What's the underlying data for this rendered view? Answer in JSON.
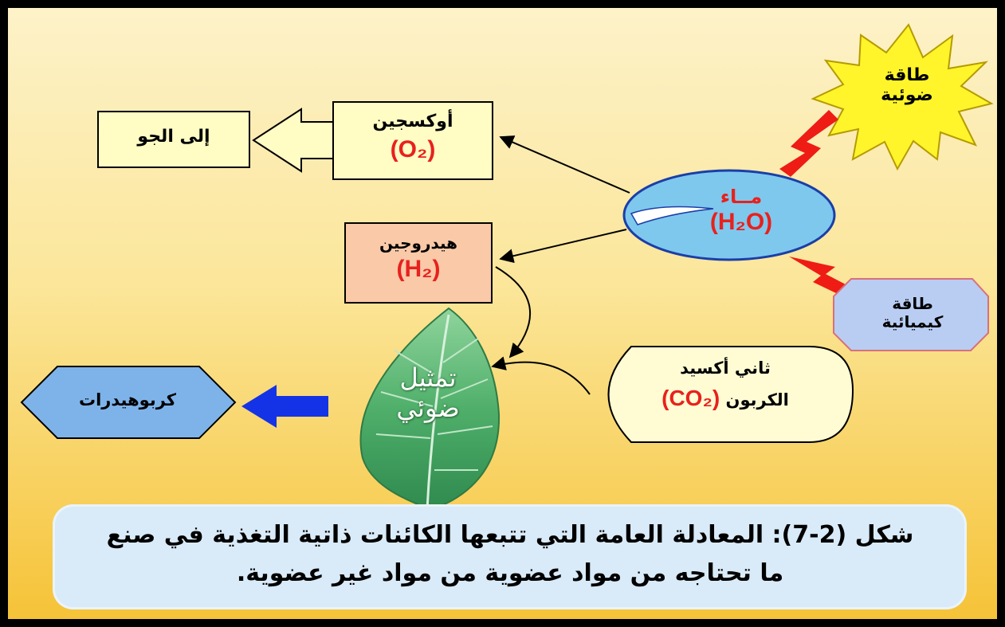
{
  "nodes": {
    "solar_energy": "طاقة ضوئية",
    "chemical_energy": "طاقة كيميائية",
    "water": {
      "name": "مــاء",
      "formula": "(H₂O)"
    },
    "oxygen": {
      "name": "أوكسجين",
      "formula": "(O₂)"
    },
    "to_atmosphere": "إلى الجو",
    "hydrogen": {
      "name": "هيدروجين",
      "formula": "(H₂)"
    },
    "co2": {
      "name": "ثاني أكسيد",
      "name2": "الكربون",
      "formula": "(CO₂)"
    },
    "photosynthesis": {
      "line1": "تمثيل",
      "line2": "ضوئي"
    },
    "carbohydrates": "كربوهيدرات"
  },
  "caption": {
    "line1": "شكل (2-7): المعادلة العامة التي تتبعها الكائنات ذاتية التغذية في صنع",
    "line2": "ما تحتاجه من مواد عضوية من مواد غير عضوية."
  },
  "colors": {
    "sun": "#fff52a",
    "water": "#7ec8ee",
    "oxygen_box": "#fffcc4",
    "hydrogen_box": "#f9c9a8",
    "chemical_box": "#b9cdf3",
    "carbohydrate_box": "#7eb3ea",
    "formula_red": "#e8211d",
    "bolt_red": "#ee1c14",
    "blue_arrow": "#1533e6",
    "leaf": "#4faf6a"
  }
}
